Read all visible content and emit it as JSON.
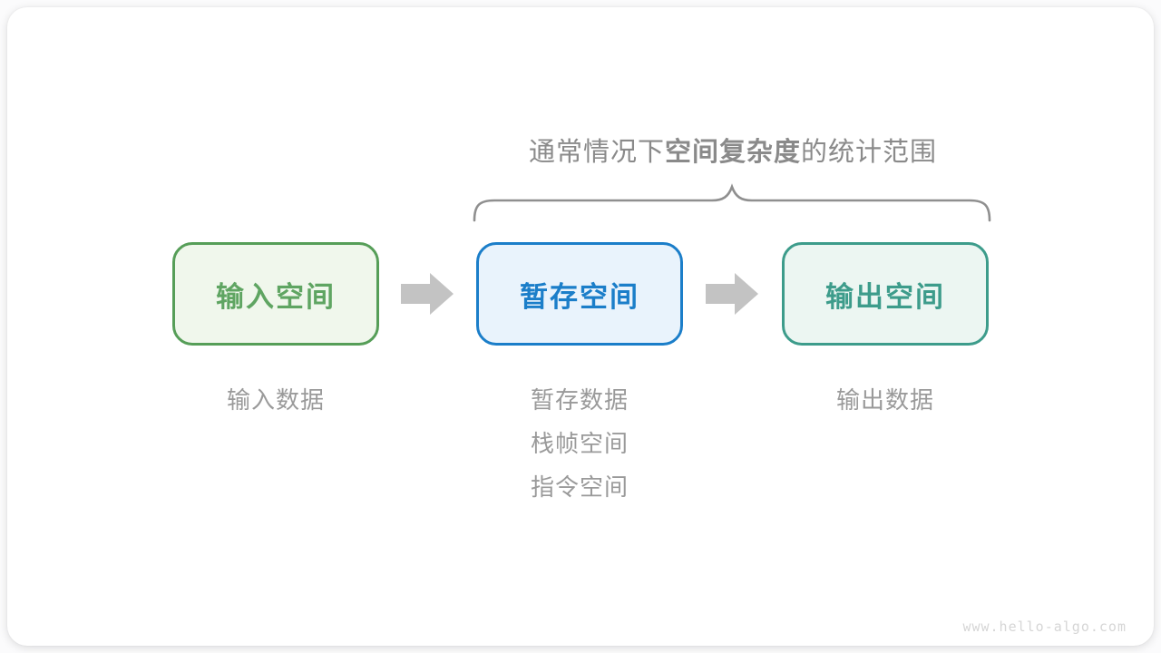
{
  "annotation": {
    "prefix": "通常情况下",
    "highlight": "空间复杂度",
    "suffix": "的统计范围"
  },
  "boxes": [
    {
      "id": "input-space",
      "label": "输入空间",
      "theme": "green"
    },
    {
      "id": "temp-space",
      "label": "暂存空间",
      "theme": "blue"
    },
    {
      "id": "output-space",
      "label": "输出空间",
      "theme": "teal"
    }
  ],
  "notes": {
    "input": [
      "输入数据"
    ],
    "temp": [
      "暂存数据",
      "栈帧空间",
      "指令空间"
    ],
    "output": [
      "输出数据"
    ]
  },
  "watermark": "www.hello-algo.com",
  "colors": {
    "card-bg": "#ffffff",
    "green-border": "#569e58",
    "green-bg": "#f0f7ec",
    "green-text": "#5fa562",
    "blue-border": "#1b7ec9",
    "blue-bg": "#e9f3fc",
    "blue-text": "#1b7ec9",
    "teal-border": "#3d9c8b",
    "teal-bg": "#ecf6f2",
    "teal-text": "#3d9c8b",
    "title-gray": "#8a8a8a",
    "label-gray": "#9a9a9a",
    "brace-gray": "#8f8f8f",
    "arrow-gray": "#c3c3c3",
    "watermark-gray": "#d6d6d6"
  }
}
